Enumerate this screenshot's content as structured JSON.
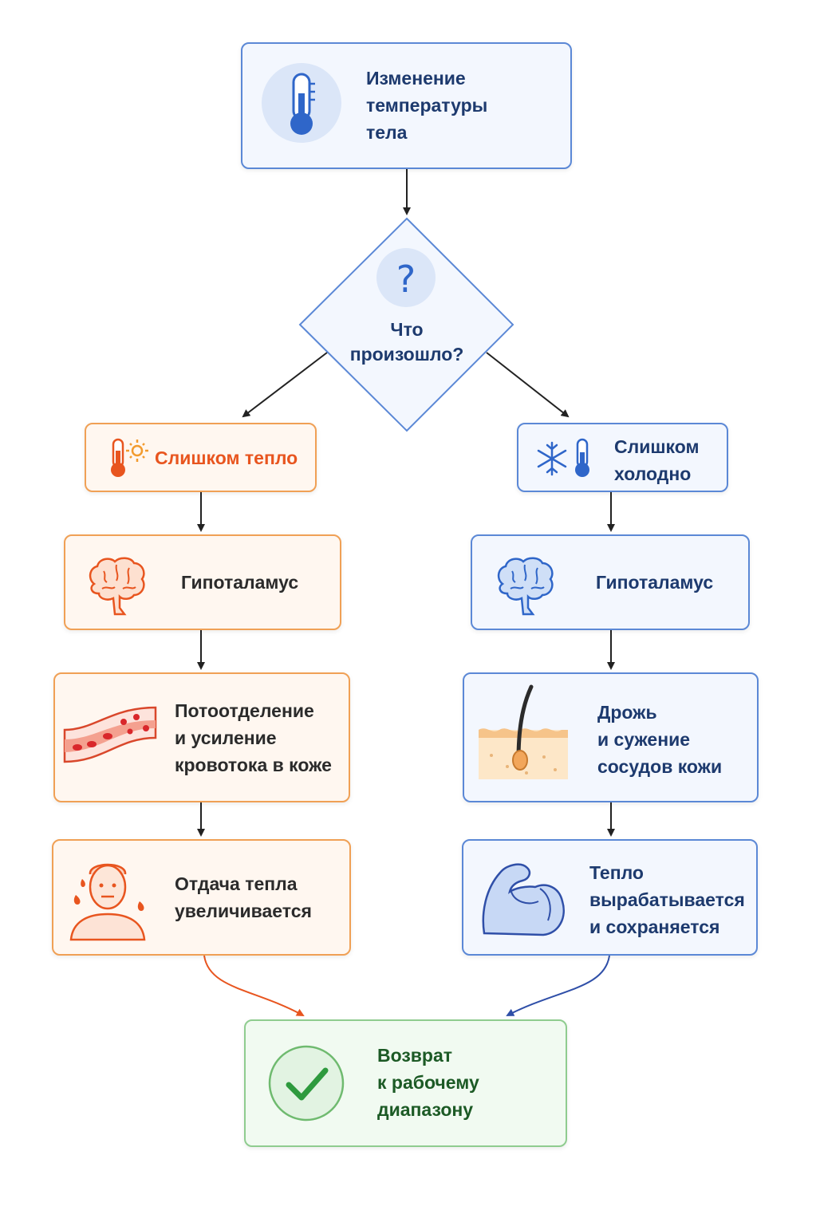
{
  "nodes": {
    "start": "Изменение\nтемпературы\nтела",
    "decision": "Что\nпроизошло?",
    "hot": {
      "title": "Слишком тепло",
      "hypothalamus": "Гипоталамус",
      "response": "Потоотделение\nи усиление\nкровотока в коже",
      "result": "Отдача тепла\nувеличивается"
    },
    "cold": {
      "title": "Слишком\nхолодно",
      "hypothalamus": "Гипоталамус",
      "response": "Дрожь\nи сужение\nсосудов кожи",
      "result": "Тепло\nвырабатывается\nи сохраняется"
    },
    "end": "Возврат\nк рабочему\nдиапазону"
  },
  "icons": {
    "start": "thermometer-icon",
    "decision": "question-icon",
    "hot_title": "hot-thermometer-sun-icon",
    "cold_title": "snowflake-thermometer-icon",
    "hot_brain": "brain-icon",
    "cold_brain": "brain-icon",
    "hot_response": "blood-vessel-icon",
    "cold_response": "skin-hair-icon",
    "hot_result": "sweating-person-icon",
    "cold_result": "flexed-arm-icon",
    "end": "checkmark-icon"
  },
  "colors": {
    "blue_accent": "#2f66c9",
    "orange_accent": "#e8551f",
    "green_accent": "#2e9a3e",
    "blue_border": "#5b88d6",
    "orange_border": "#f0a055",
    "green_border": "#8fcc8f"
  }
}
